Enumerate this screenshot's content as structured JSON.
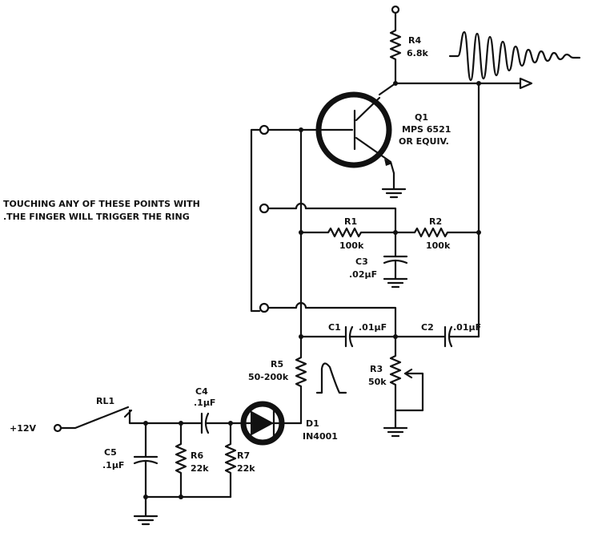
{
  "touch_note": {
    "line1": "TOUCHING ANY OF THESE POINTS WITH",
    "line2": ".THE FINGER WILL TRIGGER THE RING"
  },
  "components": {
    "Q1": {
      "ref": "Q1",
      "value": "MPS 6521",
      "note": "OR EQUIV."
    },
    "R4": {
      "ref": "R4",
      "value": "6.8k"
    },
    "R1": {
      "ref": "R1",
      "value": "100k"
    },
    "R2": {
      "ref": "R2",
      "value": "100k"
    },
    "C3": {
      "ref": "C3",
      "value": ".02µF"
    },
    "C1": {
      "ref": "C1",
      "value": ".01µF"
    },
    "C2": {
      "ref": "C2",
      "value": ".01µF"
    },
    "R5": {
      "ref": "R5",
      "value": "50-200k"
    },
    "R3": {
      "ref": "R3",
      "value": "50k"
    },
    "D1": {
      "ref": "D1",
      "value": "IN4001"
    },
    "C4": {
      "ref": "C4",
      "value": ".1µF"
    },
    "RL1": {
      "ref": "RL1"
    },
    "C5": {
      "ref": "C5",
      "value": ".1µF"
    },
    "R6": {
      "ref": "R6",
      "value": "22k"
    },
    "R7": {
      "ref": "R7",
      "value": "22k"
    }
  },
  "supply": {
    "label": "+12V"
  }
}
